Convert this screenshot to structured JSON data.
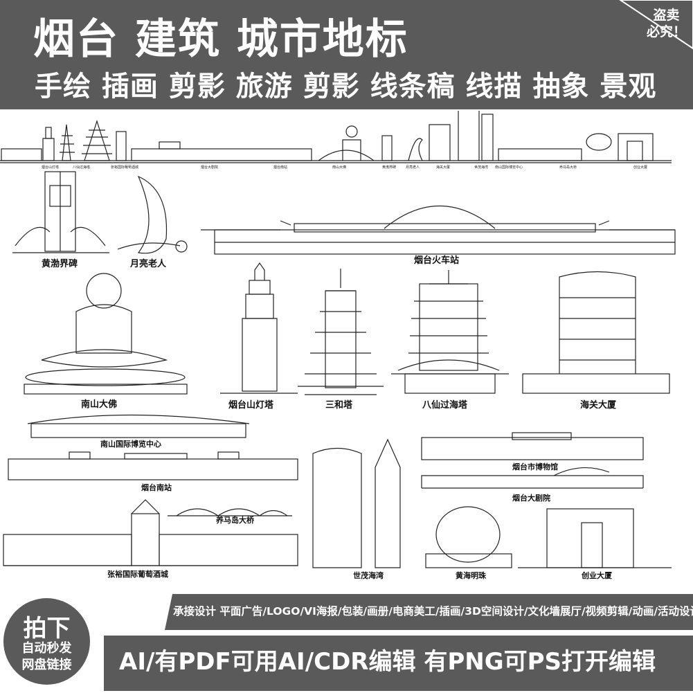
{
  "header": {
    "title": "烟台 建筑 城市地标",
    "subtitle": "手绘 插画 剪影 旅游 剪影 线条稿 线描 抽象 景观",
    "warning": "盗卖\n必究！"
  },
  "skyline_labels": [
    "烟台山灯塔",
    "八仙过海塔",
    "张裕国际葡萄酒城",
    "烟台大剧院",
    "烟台南站",
    "南山大佛",
    "黄渤界碑",
    "月亮老人",
    "海关大厦",
    "世茂海湾",
    "南山国际博览中心",
    "养马岛大桥",
    "创业大厦"
  ],
  "landmarks": {
    "huangbo": "黄渤界碑",
    "moon": "月亮老人",
    "station": "烟台火车站",
    "buddha": "南山大佛",
    "lighthouse": "烟台山灯塔",
    "sanhe": "三和塔",
    "baxian": "八仙过海塔",
    "customs": "海关大厦",
    "expo": "南山国际博览中心",
    "south_station": "烟台南站",
    "bridge": "养马岛大桥",
    "changyu": "张裕国际葡萄酒城",
    "shimao": "世茂海湾",
    "museum": "烟台市博物馆",
    "theater": "烟台大剧院",
    "pearl": "黄海明珠",
    "chuangye": "创业大厦"
  },
  "footer": {
    "buy": "拍下",
    "auto": "自动秒发\n网盘链接",
    "services": "承接设计  平面广告/LOGO/VI海报/包装/画册/电商美工/插画/3D空间设计/文化墙展厅/视频剪辑/动画/活动设计",
    "formats": "AI/有PDF可用AI/CDR编辑  有PNG可PS打开编辑"
  },
  "colors": {
    "banner": "#5a5a5a",
    "line": "#222222",
    "text": "#ffffff"
  }
}
